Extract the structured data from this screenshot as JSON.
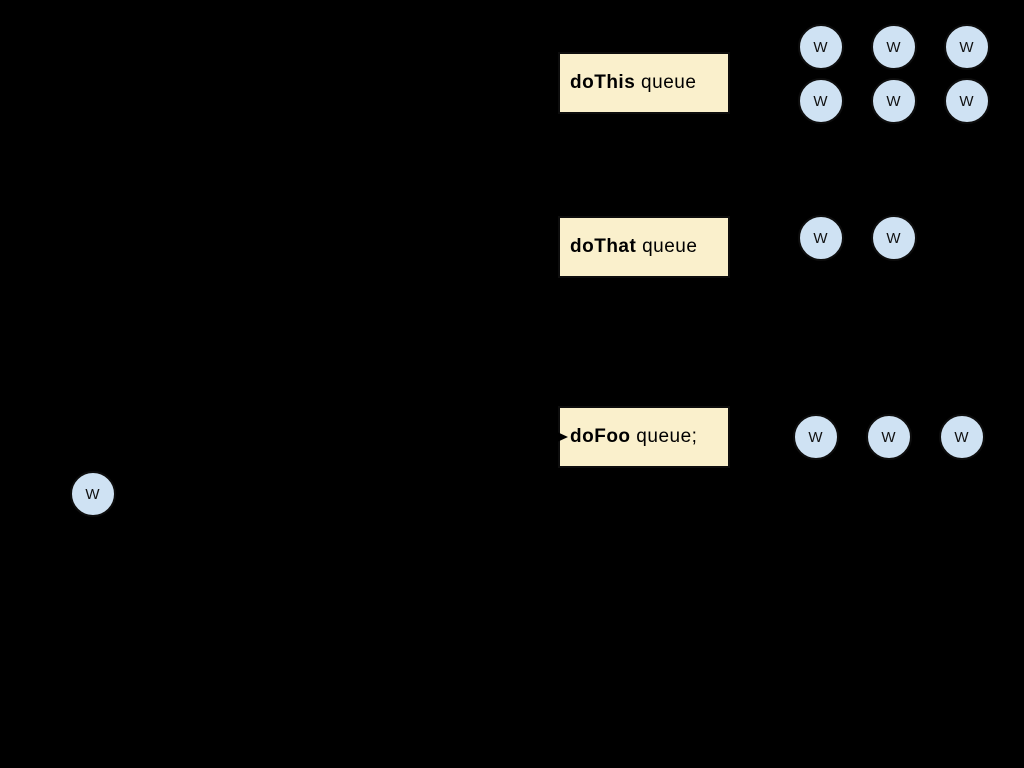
{
  "slide": {
    "background": "#000000",
    "worker_label": "W",
    "colors": {
      "queue_box_fill": "#FAF0CC",
      "queue_box_border": "#0D0D0D",
      "worker_fill": "#CFE2F3",
      "worker_border": "#0D0D0D",
      "text": "#000000"
    },
    "queues": [
      {
        "label_bold": "doThis",
        "label_rest": " queue",
        "worker_count": 6
      },
      {
        "label_bold": "doThat",
        "label_rest": " queue",
        "worker_count": 2
      },
      {
        "label_bold": "doFoo",
        "label_rest": " queue;",
        "worker_count": 3
      }
    ],
    "lone_worker": {
      "label": "W"
    }
  }
}
